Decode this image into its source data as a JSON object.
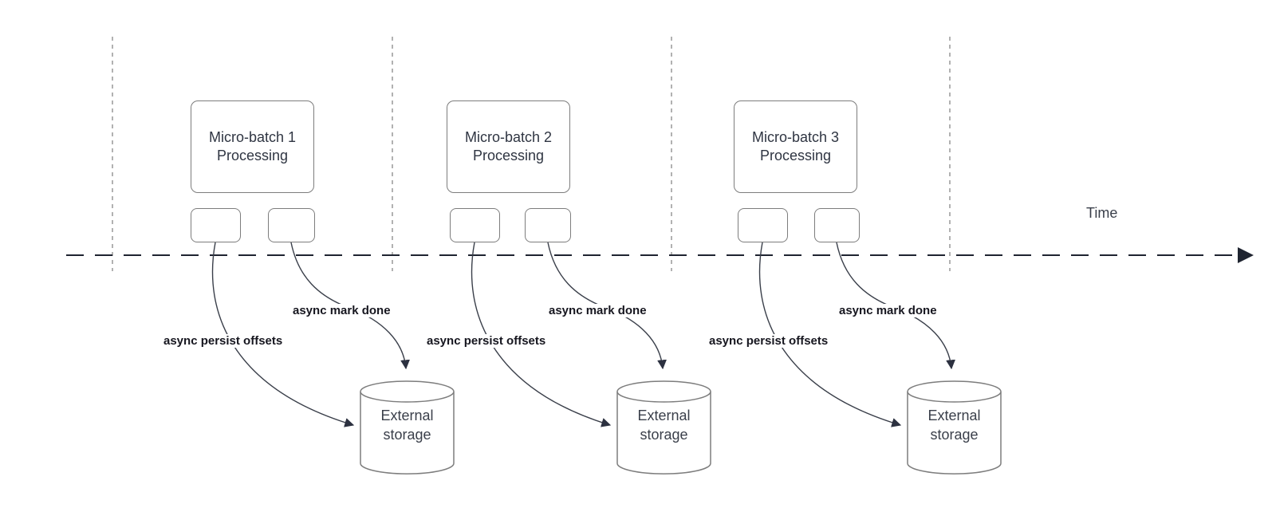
{
  "diagram": {
    "title_hint": "Micro-batch processing timeline with async offset persistence",
    "time_axis": {
      "label": "Time"
    },
    "batches": [
      {
        "process_label": "Micro-batch 1\nProcessing",
        "persist_label": "async persist offsets",
        "mark_done_label": "async mark done",
        "storage_label": "External\nstorage"
      },
      {
        "process_label": "Micro-batch 2\nProcessing",
        "persist_label": "async persist offsets",
        "mark_done_label": "async mark done",
        "storage_label": "External\nstorage"
      },
      {
        "process_label": "Micro-batch 3\nProcessing",
        "persist_label": "async persist offsets",
        "mark_done_label": "async mark done",
        "storage_label": "External\nstorage"
      }
    ],
    "colors": {
      "background": "#ffffff",
      "shape_border": "#7d7d7d",
      "shape_text": "#2f3542",
      "bold_label_text": "#16161f",
      "connector_stroke": "#3a3f4a",
      "timeline_stroke": "#1f2430",
      "guide_line_stroke": "#9e9e9e"
    }
  }
}
